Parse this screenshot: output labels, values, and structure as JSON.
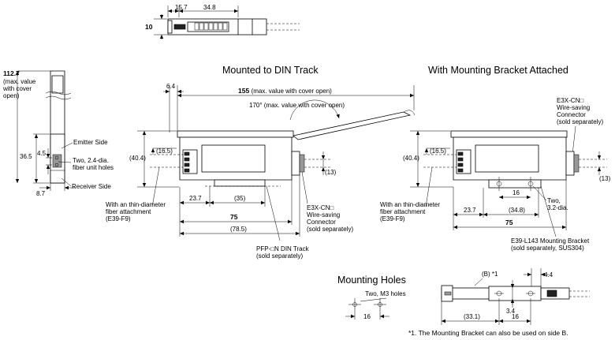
{
  "titles": {
    "din_track": "Mounted to DIN Track",
    "bracket": "With Mounting Bracket Attached",
    "mounting_holes": "Mounting Holes"
  },
  "top_view": {
    "dim_15_7": "15.7",
    "dim_34_8": "34.8",
    "dim_10": "10"
  },
  "side_view": {
    "dim_112_7": "112.7",
    "note_line1": "(max. value",
    "note_line2": "with cover",
    "note_line3": "open)",
    "dim_36_5": "36.5",
    "dim_4_5": "4.5",
    "dim_8_7": "8.7",
    "emitter_side": "Emitter Side",
    "holes_line1": "Two, 2.4-dia.",
    "holes_line2": "fiber unit holes",
    "receiver_side": "Receiver Side"
  },
  "din_view": {
    "dim_6_4": "6.4",
    "dim_155": "155",
    "dim_155_note": "(max. value with cover open)",
    "dim_170": "170° (max. value with cover open)",
    "dim_40_4": "(40.4)",
    "dim_16_5": "(16.5)",
    "dim_13": "(13)",
    "dim_23_7": "23.7",
    "dim_35": "(35)",
    "dim_75": "75",
    "dim_78_5": "(78.5)",
    "fiber_line1": "With an thin-diameter",
    "fiber_line2": "fiber attachment",
    "fiber_line3": "(E39-F9)",
    "conn_line1": "E3X-CN□",
    "conn_line2": "Wire-saving",
    "conn_line3": "Connector",
    "conn_line4": "(sold separately)",
    "pfp_line1": "PFP-□N DIN Track",
    "pfp_line2": "(sold separately)"
  },
  "bracket_view": {
    "conn_line1": "E3X-CN□",
    "conn_line2": "Wire-saving",
    "conn_line3": "Connector",
    "conn_line4": "(sold separately)",
    "dim_40_4": "(40.4)",
    "dim_16_5": "(16.5)",
    "dim_13": "(13)",
    "dim_16": "16",
    "dim_23_7": "23.7",
    "dim_34_8": "(34.8)",
    "dim_75": "75",
    "holes_line1": "Two,",
    "holes_line2": "3.2-dia.",
    "fiber_line1": "With an thin-diameter",
    "fiber_line2": "fiber attachment",
    "fiber_line3": "(E39-F9)",
    "bracket_line1": "E39-L143 Mounting Bracket",
    "bracket_line2": "(sold separately, SUS304)"
  },
  "holes_view": {
    "m3": "Two, M3 holes",
    "dim_16": "16"
  },
  "side_b_view": {
    "label_b": "(B) *1",
    "dim_4_4": "4.4",
    "dim_3_4": "3.4",
    "dim_33_1": "(33.1)",
    "dim_16": "16"
  },
  "footnote": "*1.  The Mounting Bracket can also be used on side B."
}
